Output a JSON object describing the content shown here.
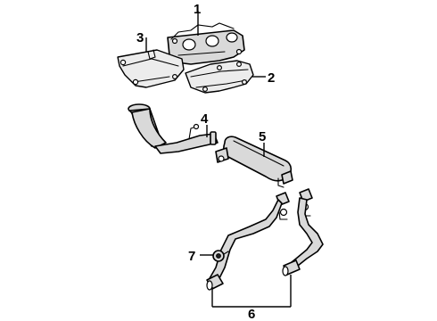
{
  "callouts": {
    "c1": "1",
    "c2": "2",
    "c3": "3",
    "c4": "4",
    "c5": "5",
    "c6": "6",
    "c7": "7"
  },
  "colors": {
    "line": "#000000",
    "fill": "#d9d9d9",
    "background": "#ffffff"
  }
}
